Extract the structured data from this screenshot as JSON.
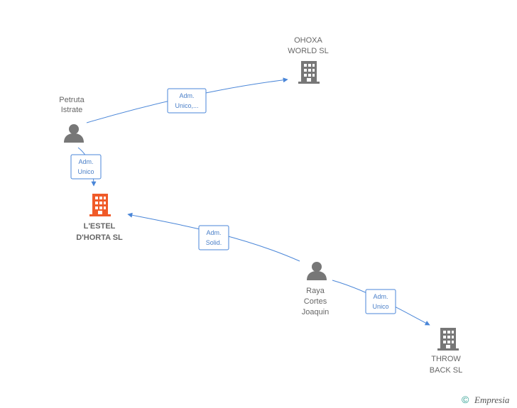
{
  "nodes": {
    "petruta": {
      "label": [
        "Petruta",
        "Istrate"
      ],
      "type": "person"
    },
    "ohoxa": {
      "label": [
        "OHOXA",
        "WORLD SL"
      ],
      "type": "company"
    },
    "lestel": {
      "label": [
        "L'ESTEL",
        "D'HORTA  SL"
      ],
      "type": "company-main"
    },
    "raya": {
      "label": [
        "Raya",
        "Cortes",
        "Joaquin"
      ],
      "type": "person"
    },
    "throw": {
      "label": [
        "THROW",
        "BACK SL"
      ],
      "type": "company"
    }
  },
  "edges": {
    "e1": {
      "label": [
        "Adm.",
        "Unico,..."
      ]
    },
    "e2": {
      "label": [
        "Adm.",
        "Unico"
      ]
    },
    "e3": {
      "label": [
        "Adm.",
        "Solid."
      ]
    },
    "e4": {
      "label": [
        "Adm.",
        "Unico"
      ]
    }
  },
  "footer": {
    "copyright_symbol": "©",
    "brand": "Empresia"
  },
  "colors": {
    "edge": "#4a86d8",
    "node_gray": "#777777",
    "node_main": "#f05a28",
    "label_text": "#666666"
  },
  "icons": {
    "person": "person-icon",
    "company": "building-icon"
  }
}
